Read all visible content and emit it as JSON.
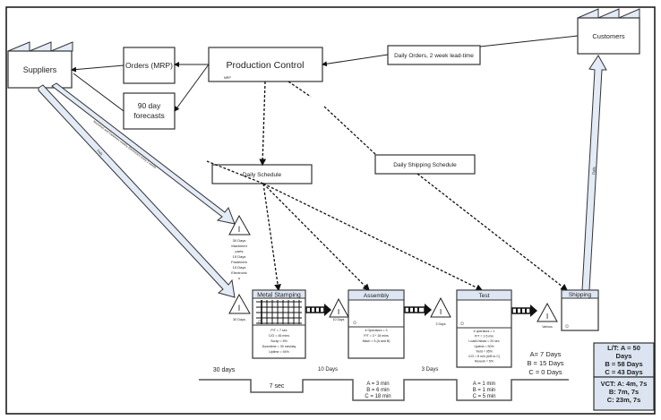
{
  "suppliers": {
    "label": "Suppliers"
  },
  "customers": {
    "label": "Customers"
  },
  "production_control": {
    "label": "Production Control",
    "sub": "MRP"
  },
  "orders_mrp": {
    "label": "Orders (MRP)"
  },
  "forecasts": {
    "line1": "90 day",
    "line2": "forecasts"
  },
  "daily_orders": {
    "label": "Daily Orders, 2 week lead-time"
  },
  "daily_schedule": {
    "label": "Daily Schedule"
  },
  "daily_shipping_schedule": {
    "label": "Daily Shipping Schedule"
  },
  "push_arrows": {
    "supplier_daily": "Daily",
    "supplier_weekly": "Machined and Fasteners weekly, Electronics every 2 weeks",
    "customer_daily": "Daily"
  },
  "inventory": {
    "raw_incoming": {
      "lines": [
        "30 Days",
        "Machined",
        "parts",
        "15 Days",
        "Fasteners",
        "15 Days",
        "Electronic",
        "s"
      ]
    },
    "before_stamping": "30 Days",
    "before_assembly": "10 Days",
    "before_test": "3 Days",
    "before_shipping": "Various"
  },
  "processes": [
    {
      "name": "Metal Stamping",
      "data": [
        "P/T = 7 sec",
        "C/O = 45 mins",
        "Scrap = 6%",
        "Downtime = 30 min/day",
        "Uptime = 94%"
      ]
    },
    {
      "name": "Assembly",
      "data": [
        "# Operators = 3",
        "P/T = 3 * 18 mins",
        "Mach = 5 (A and B)"
      ]
    },
    {
      "name": "Test",
      "data": [
        "# operators = 1",
        "P/T = 1-5 min",
        "Load/Unload = 20 sec",
        "Uptime = 90%",
        "Yield = 95%",
        "C/O = 8 min (A/B to C)",
        "Rework = 5%"
      ]
    },
    {
      "name": "Shipping",
      "data": []
    }
  ],
  "finished_goods": {
    "lines": [
      "A= 7 Days",
      "B = 15 Days",
      "C = 0 Days"
    ]
  },
  "timeline": {
    "wait": [
      "30 days",
      "10 Days",
      "3 Days"
    ],
    "process": [
      {
        "lines": [
          "7 sec"
        ]
      },
      {
        "lines": [
          "A = 3 min",
          "B = 6 min",
          "C = 18 min"
        ]
      },
      {
        "lines": [
          "A = 1 min",
          "B = 1 min",
          "C = 5 min"
        ]
      }
    ]
  },
  "summary": {
    "lead_time": [
      "L/T: A = 50",
      "Days",
      "B = 58 Days",
      "C = 43 Days"
    ],
    "vct": [
      "VCT: A: 4m, 7s",
      "B: 7m, 7s",
      "C: 23m, 7s"
    ]
  },
  "inventory_symbol": "I"
}
